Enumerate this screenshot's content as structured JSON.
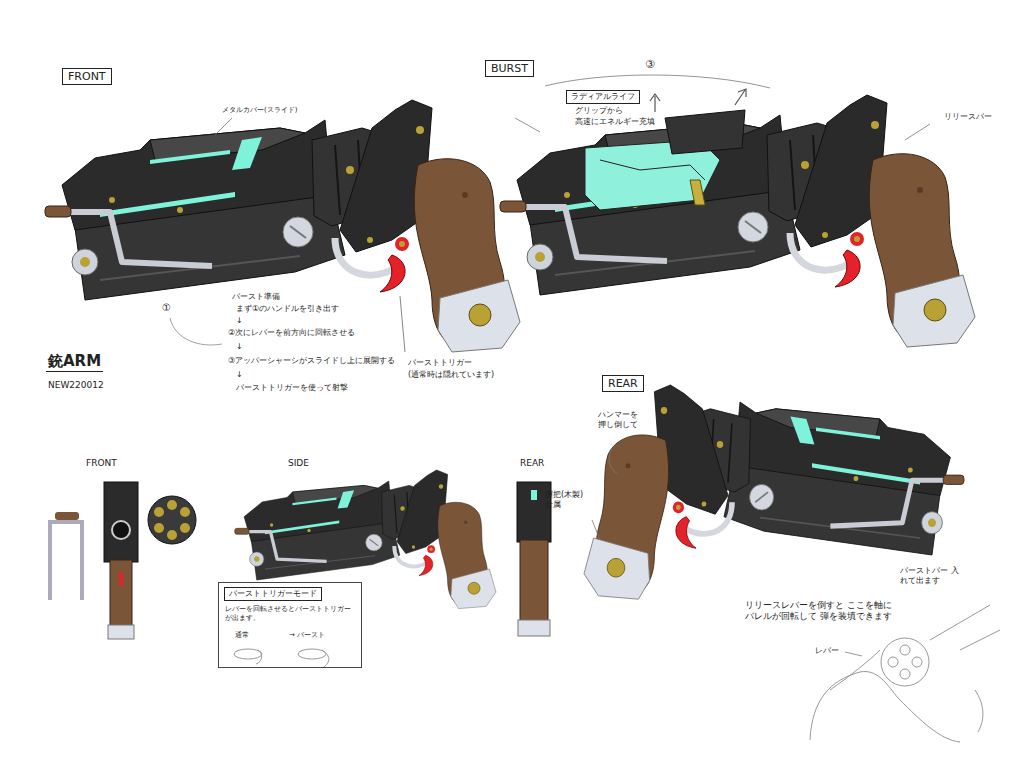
{
  "diagram": {
    "title": "銃ARM",
    "nodes": [
      {
        "text": [
          "FRONT"
        ]
      },
      {
        "text": [
          "BURST"
        ]
      },
      {
        "text": [
          "REAR"
        ]
      },
      {
        "text": [
          "ラディアルライフ"
        ]
      },
      {
        "text": [
          "レバーを回転させるとバーストトリガーが出ます。",
          "通常",
          "→ バースト"
        ]
      },
      {
        "text": [
          "バーストトリガーモード"
        ],
        "in": 4
      }
    ],
    "labels": [
      "メタルカバー(スライド)",
      "①",
      "バースト準備",
      "まず①のハンドルを引き出す",
      "↓",
      "②次にレバーを前方向に回転させる",
      "↓",
      "③アッパーシャーシがスライドし上に展開する",
      "↓",
      "バーストトリガーを使って射撃",
      "バーストトリガー",
      "(通常時は隠れています)",
      "NEW220012",
      "グリップから",
      "高速にエネルギー充填",
      "③",
      "リリースバー",
      "FRONT",
      "SIDE",
      "REAR",
      "ハンマーを 押し倒して",
      "握把(木製) 金属",
      "バーストバー 入れて出ます",
      "リリースレバーを倒すと ここを軸にバレルが回転して 弾を装填できます",
      "レバー"
    ]
  }
}
